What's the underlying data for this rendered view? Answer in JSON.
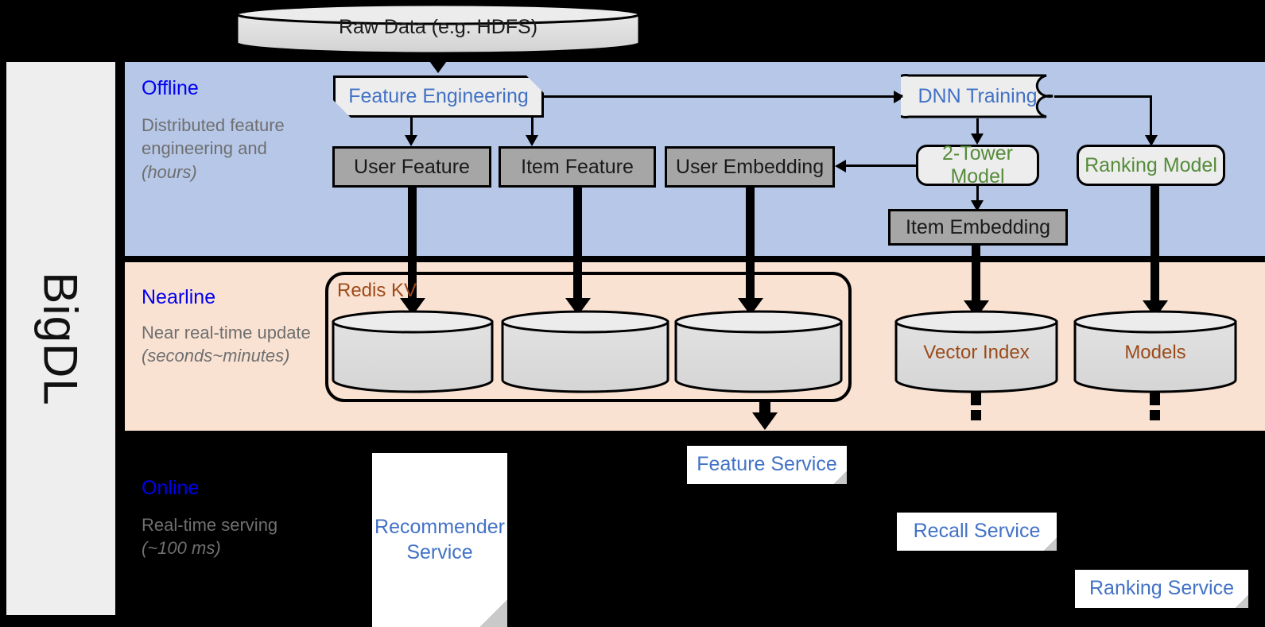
{
  "framework": {
    "name": "BigDL"
  },
  "source": {
    "label": "Raw Data (e.g. HDFS)"
  },
  "bands": {
    "offline": {
      "title": "Offline",
      "subtitle": "Distributed feature engineering and ",
      "subtitle_italic": "(hours)"
    },
    "nearline": {
      "title": "Nearline",
      "subtitle": "Near real-time update ",
      "subtitle_italic": "(seconds~minutes)"
    },
    "online": {
      "title": "Online",
      "subtitle": "Real-time serving ",
      "subtitle_italic": "(~100 ms)"
    }
  },
  "offline": {
    "feature_engineering": "Feature Engineering",
    "dnn_training": "DNN Training",
    "user_feature": "User Feature",
    "item_feature": "Item Feature",
    "user_embedding": "User Embedding",
    "two_tower_model": "2-Tower Model",
    "ranking_model": "Ranking Model",
    "item_embedding": "Item Embedding"
  },
  "nearline": {
    "redis_kv": "Redis KV",
    "store_user_feature": "",
    "store_item_feature": "",
    "store_user_embedding": "",
    "vector_index": "Vector Index",
    "models": "Models"
  },
  "online": {
    "recommender_service": "Recommender Service",
    "feature_service": "Feature Service",
    "recall_service": "Recall Service",
    "ranking_service": "Ranking Service"
  },
  "colors": {
    "offline_band": "#b6c7e8",
    "nearline_band": "#fae2d3",
    "online_band": "#000000",
    "rail": "#eeeeee",
    "band_title": "#0000ee",
    "band_subtitle": "#6f6f6f",
    "process_text": "#4272c6",
    "model_text": "#558c3a",
    "store_text": "#9c4a19",
    "grey_box": "#a6a6a6",
    "light_box": "#ededed"
  }
}
